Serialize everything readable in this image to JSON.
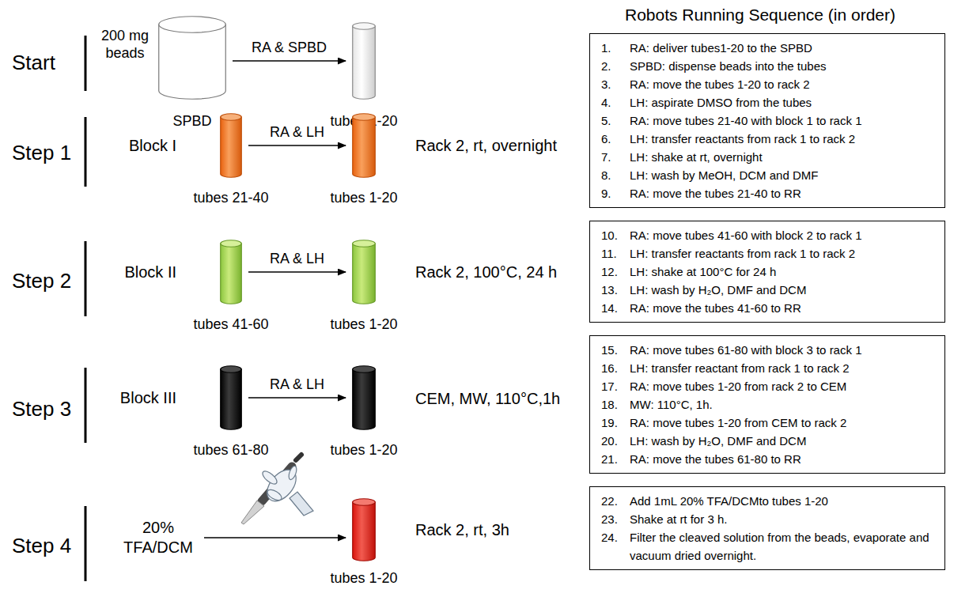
{
  "diagram": {
    "nodes": [
      {
        "text": [
          "200 mg beads",
          "SPBD"
        ]
      },
      {
        "text": [
          "tubes 1-20"
        ]
      },
      {
        "text": [
          "Block I",
          "tubes 21-40"
        ]
      },
      {
        "text": [
          "tubes 1-20"
        ]
      },
      {
        "text": [
          "Block II",
          "tubes 41-60"
        ]
      },
      {
        "text": [
          "tubes 1-20"
        ]
      },
      {
        "text": [
          "Block III",
          "tubes 61-80"
        ]
      },
      {
        "text": [
          "tubes 1-20"
        ]
      },
      {
        "text": [
          "20% TFA/DCM"
        ]
      },
      {
        "text": [
          "tubes 1-20"
        ]
      },
      {
        "text": [
          "1.",
          "RA: deliver tubes1-20 to the SPBD",
          "2.",
          "SPBD: dispense beads into the tubes",
          "3.",
          "RA: move the tubes 1-20 to rack 2",
          "4.",
          "LH: aspirate DMSO from the tubes",
          "5.",
          "RA: move tubes 21-40 with block 1 to rack 1",
          "6.",
          "LH: transfer reactants from rack 1 to rack 2",
          "7.",
          "LH: shake at rt, overnight",
          "8.",
          "LH: wash by MeOH, DCM and DMF",
          "9.",
          "RA: move the tubes 21-40 to RR"
        ]
      },
      {
        "text": [
          "10.",
          "RA: move tubes 41-60 with block 2 to rack 1",
          "11.",
          "LH: transfer reactants from rack 1 to rack 2",
          "12.",
          "LH: shake at 100°C for 24 h",
          "13.",
          "LH: wash by H₂O, DMF and DCM",
          "14.",
          "RA: move the tubes 41-60 to RR"
        ]
      },
      {
        "text": [
          "15.",
          "RA: move tubes 61-80 with block 3 to rack 1",
          "16.",
          "LH: transfer reactant from rack 1 to rack 2",
          "17.",
          "RA: move tubes 1-20 from rack 2 to CEM",
          "18.",
          "MW: 110°C, 1h.",
          "19.",
          "RA: move tubes 1-20 from CEM to rack 2",
          "20.",
          "LH: wash by H₂O, DMF and DCM",
          "21.",
          "RA: move the tubes 61-80 to RR"
        ]
      },
      {
        "text": [
          "22.",
          "Add 1mL 20% TFA/DCMto tubes 1-20",
          "23.",
          "Shake at rt for 3 h.",
          "24.",
          "Filter the cleaved solution from the beads, evaporate and vacuum dried overnight."
        ]
      }
    ],
    "edges": [
      {
        "from": 0,
        "to": 1,
        "label": "RA & SPBD",
        "arrow": "to"
      },
      {
        "from": 2,
        "to": 3,
        "label": "RA & LH",
        "arrow": "to"
      },
      {
        "from": 4,
        "to": 5,
        "label": "RA & LH",
        "arrow": "to"
      },
      {
        "from": 6,
        "to": 7,
        "label": "RA & LH",
        "arrow": "to"
      },
      {
        "from": 8,
        "to": 9,
        "arrow": "to"
      }
    ],
    "labels": [
      "Robots Running Sequence (in order)",
      "Start",
      "Step 1",
      "Step 2",
      "Step 3",
      "Step 4",
      "Rack 2, rt, overnight",
      "Rack 2, 100°C, 24 h",
      "CEM, MW, 110°C,1h",
      "Rack 2, rt, 3h"
    ]
  }
}
